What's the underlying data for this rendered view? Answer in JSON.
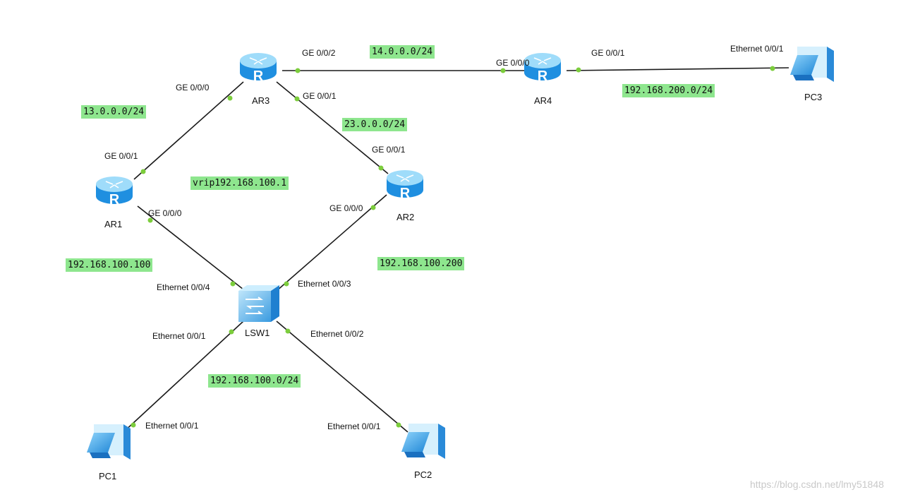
{
  "devices": {
    "ar1": "AR1",
    "ar2": "AR2",
    "ar3": "AR3",
    "ar4": "AR4",
    "lsw1": "LSW1",
    "pc1": "PC1",
    "pc2": "PC2",
    "pc3": "PC3"
  },
  "ports": {
    "ar3_ge002": "GE 0/0/2",
    "ar3_ge000": "GE 0/0/0",
    "ar3_ge001": "GE 0/0/1",
    "ar4_ge000": "GE 0/0/0",
    "ar4_ge001": "GE 0/0/1",
    "pc3_eth": "Ethernet 0/0/1",
    "ar1_ge001": "GE 0/0/1",
    "ar1_ge000": "GE 0/0/0",
    "ar2_ge001": "GE 0/0/1",
    "ar2_ge000": "GE 0/0/0",
    "lsw1_eth004": "Ethernet 0/0/4",
    "lsw1_eth003": "Ethernet 0/0/3",
    "lsw1_eth001": "Ethernet 0/0/1",
    "lsw1_eth002": "Ethernet 0/0/2",
    "pc1_eth": "Ethernet 0/0/1",
    "pc2_eth": "Ethernet 0/0/1"
  },
  "networks": {
    "ar3_ar4": "14.0.0.0/24",
    "ar4_pc3": "192.168.200.0/24",
    "ar1_ar3": "13.0.0.0/24",
    "ar2_ar3": "23.0.0.0/24",
    "vrip": "vrip192.168.100.1",
    "ar1_ip": "192.168.100.100",
    "ar2_ip": "192.168.100.200",
    "lan": "192.168.100.0/24"
  },
  "watermark": "https://blog.csdn.net/lmy51848",
  "colors": {
    "link": "#1a1a1a",
    "port_dot": "#7ccd3c",
    "label_bg": "#8ee68e",
    "router_body": "#3aa6e8",
    "router_top": "#9fdcfa",
    "pc_body": "#2e9ae0"
  }
}
